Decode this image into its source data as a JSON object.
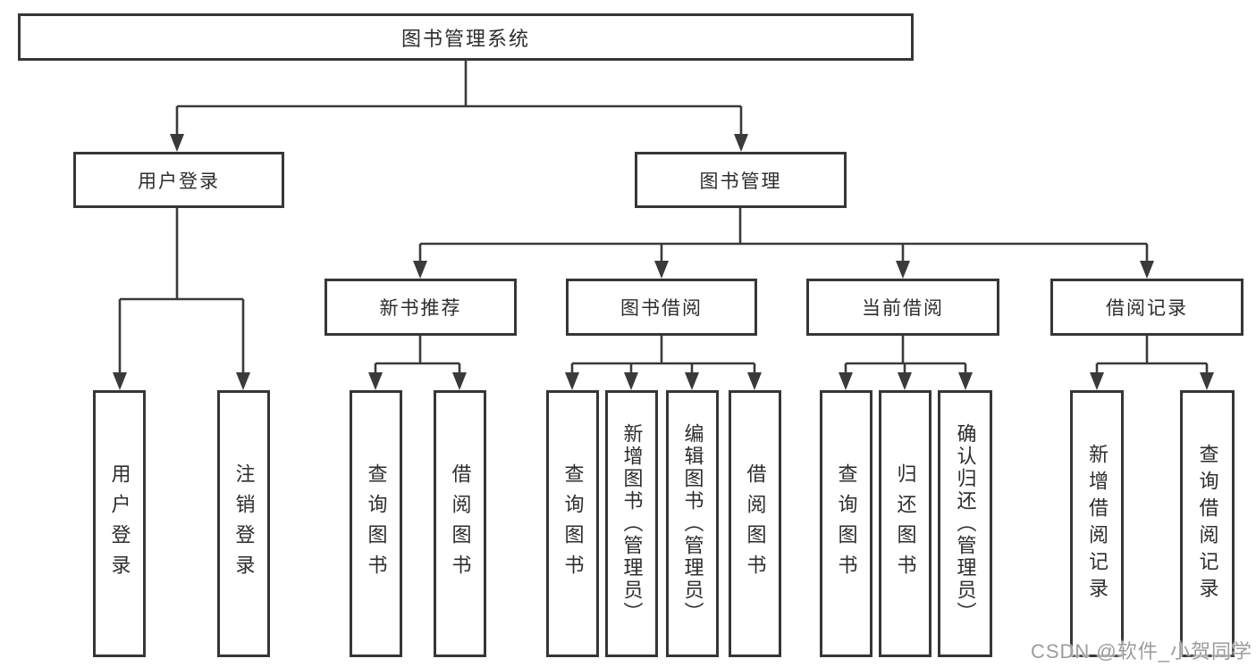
{
  "tree": {
    "label": "图书管理系统",
    "children": [
      {
        "label": "用户登录",
        "children": [
          {
            "label": "用户登录"
          },
          {
            "label": "注销登录"
          }
        ]
      },
      {
        "label": "图书管理",
        "children": [
          {
            "label": "新书推荐",
            "children": [
              {
                "label": "查询图书"
              },
              {
                "label": "借阅图书"
              }
            ]
          },
          {
            "label": "图书借阅",
            "children": [
              {
                "label": "查询图书"
              },
              {
                "label": "新增图书（管理员）"
              },
              {
                "label": "编辑图书（管理员）"
              },
              {
                "label": "借阅图书"
              }
            ]
          },
          {
            "label": "当前借阅",
            "children": [
              {
                "label": "查询图书"
              },
              {
                "label": "归还图书"
              },
              {
                "label": "确认归还（管理员）"
              }
            ]
          },
          {
            "label": "借阅记录",
            "children": [
              {
                "label": "新增借阅记录"
              },
              {
                "label": "查询借阅记录"
              }
            ]
          }
        ]
      }
    ]
  },
  "watermark": {
    "text": "CSDN @软件_小贺同学"
  },
  "colors": {
    "line": "#3a3a3a",
    "box_border": "#363636",
    "text": "#2d2d2d",
    "background": "#ffffff",
    "watermark": "#9c9c9c"
  }
}
